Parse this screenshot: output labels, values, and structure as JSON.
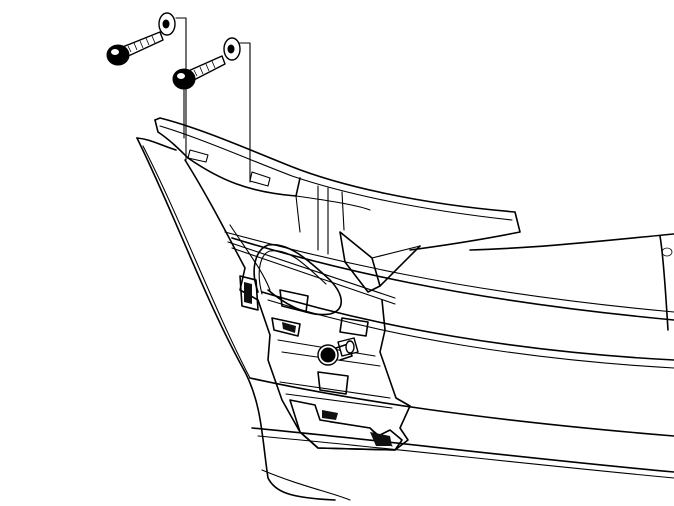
{
  "diagram": {
    "parts": [
      {
        "name": "bumper-fascia"
      },
      {
        "name": "upper-mounting-bracket"
      },
      {
        "name": "side-support-bracket"
      },
      {
        "name": "bolt-upper-left"
      },
      {
        "name": "bolt-upper-right"
      },
      {
        "name": "washer-upper-left"
      },
      {
        "name": "washer-upper-right"
      },
      {
        "name": "push-pin-retainer"
      },
      {
        "name": "alignment-leader-lines"
      }
    ],
    "colors": {
      "line": "#000000",
      "background": "#ffffff"
    }
  }
}
